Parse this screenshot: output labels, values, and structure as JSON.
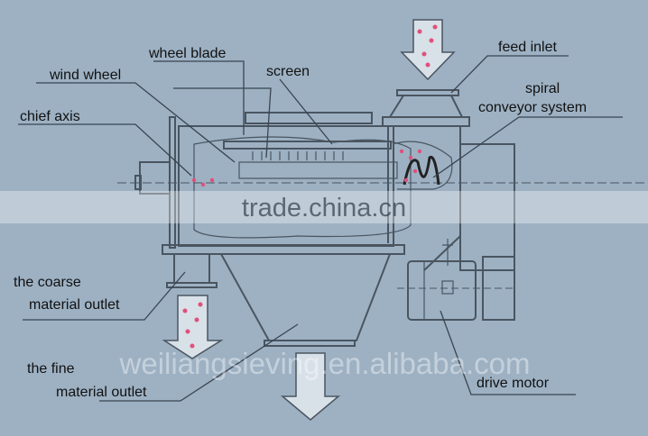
{
  "labels": {
    "wheel_blade": "wheel blade",
    "wind_wheel": "wind wheel",
    "screen": "screen",
    "chief_axis": "chief axis",
    "feed_inlet": "feed inlet",
    "spiral_conveyor_1": "spiral",
    "spiral_conveyor_2": "conveyor system",
    "coarse_outlet_1": "the coarse",
    "coarse_outlet_2": "material outlet",
    "fine_outlet_1": "the fine",
    "fine_outlet_2": "material outlet",
    "drive_motor": "drive motor"
  },
  "watermarks": {
    "center": "trade.china.cn",
    "bottom": "weiliangsieving.en.alibaba.com"
  },
  "colors": {
    "background": "#9db1c3",
    "line": "#4a5560",
    "particle": "#e0507a"
  }
}
